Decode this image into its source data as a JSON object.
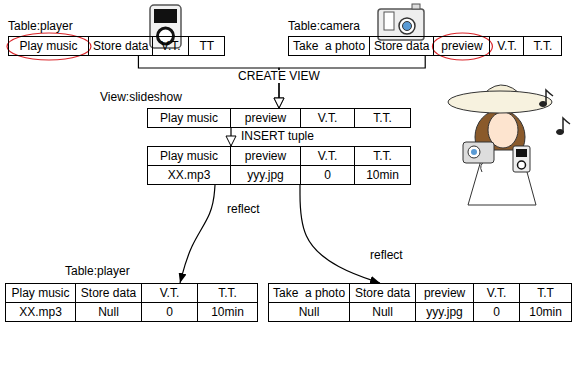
{
  "diagram": {
    "nodes": [
      {
        "text": [
          "Table:player",
          "Play music",
          "Store data",
          "V.T.",
          "TT"
        ]
      },
      {
        "text": [
          "Table:camera",
          "Take  a photo",
          "Store data",
          "preview",
          "V.T.",
          "T.T."
        ]
      },
      {
        "text": [
          "View:slideshow",
          "Play music",
          "preview",
          "V.T.",
          "T.T."
        ]
      },
      {
        "text": [
          "Play music",
          "preview",
          "V.T.",
          "T.T.",
          "XX.mp3",
          "yyy.jpg",
          "0",
          "10min"
        ]
      },
      {
        "text": [
          "Table:player",
          "Play music",
          "Store data",
          "V.T.",
          "T.T.",
          "XX.mp3",
          "Null",
          "0",
          "10min"
        ]
      },
      {
        "text": [
          "Take  a photo",
          "Store data",
          "preview",
          "V.T.",
          "T.T",
          "Null",
          "Null",
          "yyy.jpg",
          "0",
          "10min"
        ]
      }
    ],
    "edges": [
      {
        "from": 0,
        "to": 2,
        "arrow": "to",
        "label": "CREATE VIEW"
      },
      {
        "from": 1,
        "to": 2,
        "arrow": "to"
      },
      {
        "from": 2,
        "to": 3,
        "arrow": "to",
        "label": "INSERT tuple"
      },
      {
        "from": 3,
        "to": 4,
        "arrow": "to",
        "label": "reflect"
      },
      {
        "from": 3,
        "to": 5,
        "arrow": "to",
        "label": "reflect"
      }
    ]
  }
}
